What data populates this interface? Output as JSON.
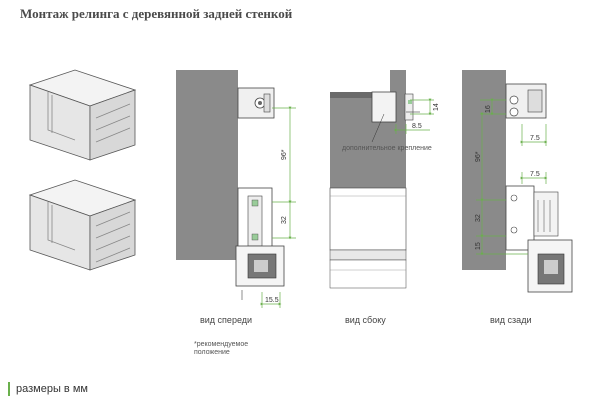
{
  "title": "Монтаж релинга  с деревянной задней стенкой",
  "footer": "размеры в мм",
  "front": {
    "label": "вид спереди",
    "dims": [
      "96*",
      "32",
      "15.5"
    ],
    "note_line1": "*рекомендуемое",
    "note_line2": "положение"
  },
  "side": {
    "label": "вид сбоку",
    "dims": [
      "14",
      "8.5"
    ],
    "note": "дополнительное крепление"
  },
  "back": {
    "label": "вид сзади",
    "dims": [
      "16",
      "96*",
      "7.5",
      "7.5",
      "32",
      "15"
    ]
  },
  "colors": {
    "accent": "#6ab04c",
    "wall": "#8a8a8a",
    "line": "#555555"
  }
}
